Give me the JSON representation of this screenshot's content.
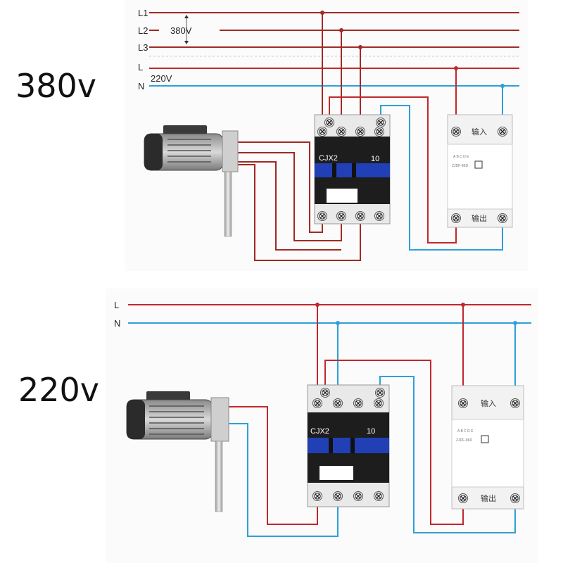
{
  "top_panel": {
    "voltage_title": "380v",
    "bus_labels": {
      "l1": "L1",
      "l2": "L2",
      "l3": "L3",
      "l": "L",
      "n": "N"
    },
    "phase_voltage": "380V",
    "single_phase_voltage": "220V",
    "contactor": {
      "model": "CJX2",
      "rating": "10"
    },
    "relay": {
      "input_label": "输入",
      "output_label": "输出",
      "model_text": "ZJDF-86D",
      "terminal_letters": "A B C D E"
    }
  },
  "bottom_panel": {
    "voltage_title": "220v",
    "bus_labels": {
      "l": "L",
      "n": "N"
    },
    "contactor": {
      "model": "CJX2",
      "rating": "10"
    },
    "relay": {
      "input_label": "输入",
      "output_label": "输出",
      "model_text": "ZJDF-86D",
      "terminal_letters": "A B C D E"
    }
  },
  "colors": {
    "live": "#c0282c",
    "phase": "#9e2b25",
    "neutral": "#2f9fd8",
    "contactor_body": "#1d1d1d",
    "contactor_blue": "#2140b5",
    "relay_body": "#f2f2f2"
  },
  "icons": [
    "motor-icon",
    "screw-terminal-icon"
  ]
}
